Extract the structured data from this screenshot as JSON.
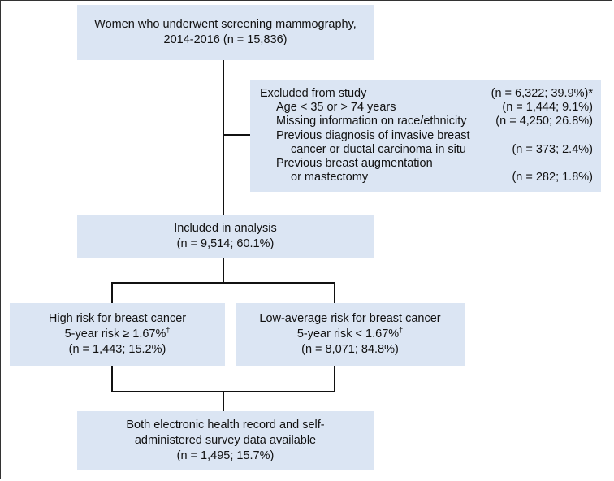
{
  "screening": {
    "line1": "Women who underwent screening mammography,",
    "line2": "2014-2016 (n = 15,836)"
  },
  "excluded": {
    "title": "Excluded from study",
    "title_value": "(n = 6,322; 39.9%)*",
    "items": [
      {
        "label": "Age < 35 or > 74 years",
        "value": "(n = 1,444; 9.1%)"
      },
      {
        "label": "Missing information on race/ethnicity",
        "value": "(n = 4,250; 26.8%)"
      },
      {
        "label": "Previous diagnosis of invasive breast",
        "label2": "cancer or ductal carcinoma in situ",
        "value": "(n = 373; 2.4%)"
      },
      {
        "label": "Previous breast augmentation",
        "label2": "or mastectomy",
        "value": "(n = 282; 1.8%)"
      }
    ]
  },
  "included": {
    "line1": "Included in analysis",
    "line2": "(n = 9,514; 60.1%)"
  },
  "high_risk": {
    "line1": "High risk for breast cancer",
    "line2": "5-year risk ≥ 1.67%",
    "dagger": "†",
    "line3": "(n = 1,443; 15.2%)"
  },
  "low_risk": {
    "line1": "Low-average risk for breast cancer",
    "line2": "5-year risk < 1.67%",
    "dagger": "†",
    "line3": "(n = 8,071; 84.8%)"
  },
  "both_data": {
    "line1": "Both electronic health record and self-",
    "line2": "administered survey data available",
    "line3": "(n = 1,495; 15.7%)"
  },
  "colors": {
    "box_fill": "#dbe5f3",
    "line": "#111111"
  }
}
